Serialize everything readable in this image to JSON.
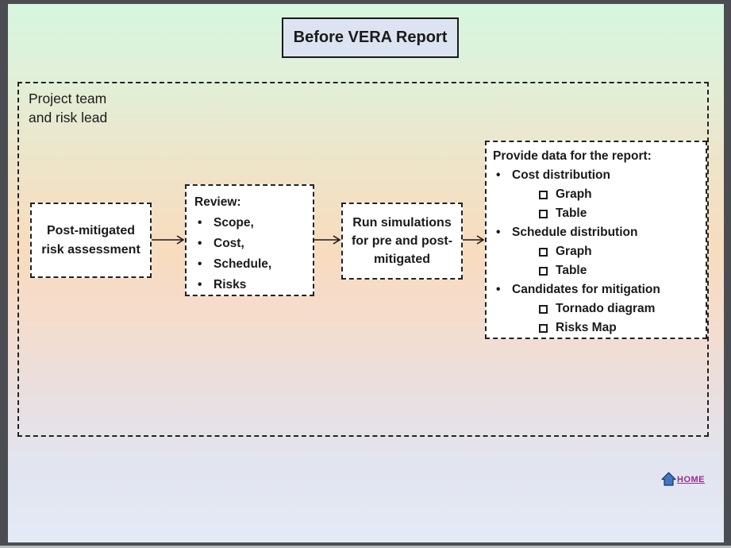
{
  "slide": {
    "title": "Before VERA Report",
    "lane": {
      "label_line1": "Project team",
      "label_line2": "and risk lead"
    },
    "flow": {
      "post_mitigated": {
        "text": "Post-mitigated risk assessment"
      },
      "review": {
        "heading": "Review:",
        "items": [
          "Scope,",
          "Cost,",
          "Schedule,",
          "Risks"
        ]
      },
      "run_simulations": {
        "text": "Run simulations for pre and post-mitigated"
      },
      "provide_data": {
        "heading": "Provide data for the report:",
        "groups": [
          {
            "label": "Cost distribution",
            "subitems": [
              "Graph",
              "Table"
            ]
          },
          {
            "label": "Schedule distribution",
            "subitems": [
              "Graph",
              "Table"
            ]
          },
          {
            "label": "Candidates for mitigation",
            "subitems": [
              "Tornado diagram",
              "Risks Map"
            ]
          }
        ]
      }
    },
    "footer": {
      "home_label": "Home",
      "home_icon": "home-icon"
    }
  },
  "colors": {
    "frame": "#4b4d52",
    "slide_gradient_top": "#d6f6df",
    "slide_gradient_middle": "#f8dcbe",
    "slide_gradient_bottom": "#e4eaf6",
    "title_box_fill": "#dce3f1",
    "flow_box_fill": "#ffffff",
    "border_and_text": "#1a1a1a",
    "home_text": "#952d93",
    "home_icon_fill": "#4472c4"
  }
}
